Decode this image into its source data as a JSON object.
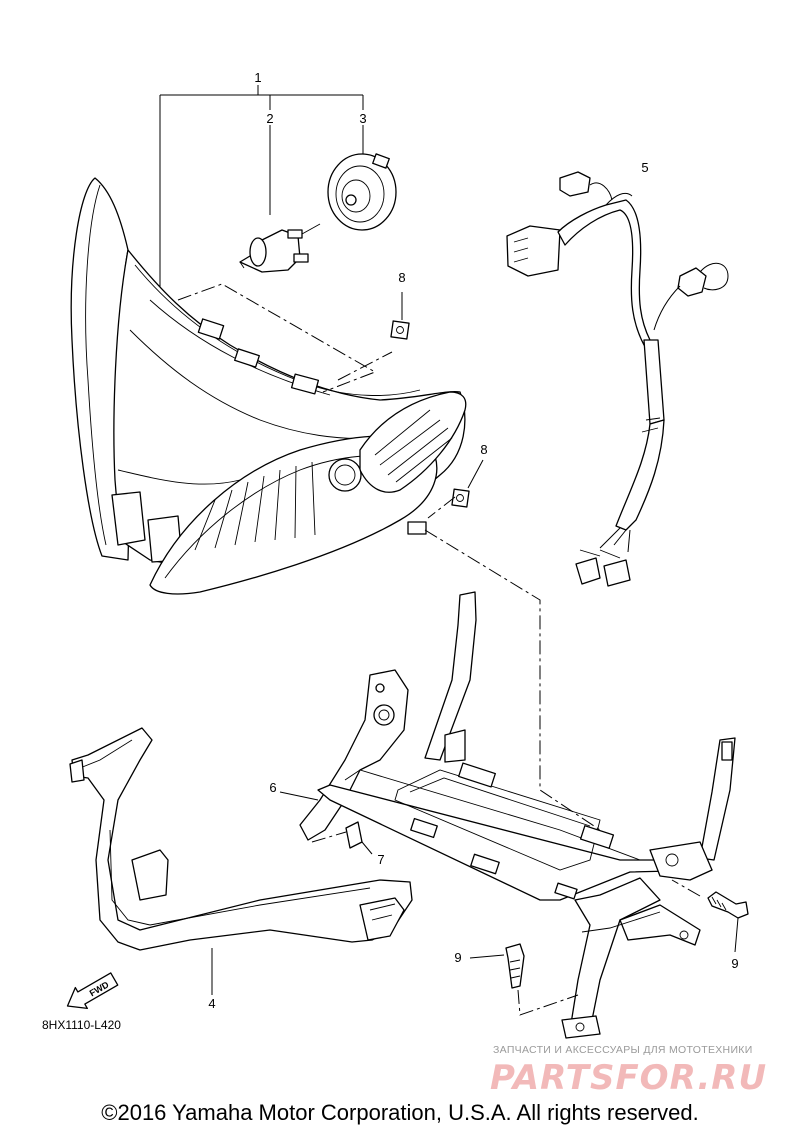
{
  "callouts": {
    "c1": "1",
    "c2": "2",
    "c3": "3",
    "c4": "4",
    "c5": "5",
    "c6": "6",
    "c7": "7",
    "c8a": "8",
    "c8b": "8",
    "c9a": "9",
    "c9b": "9"
  },
  "fwd_label": "FWD",
  "diagram_code": "8HX1110-L420",
  "watermark": {
    "tagline": "ЗАПЧАСТИ И АКСЕССУАРЫ ДЛЯ МОТОТЕХНИКИ",
    "logo": "PARTSFOR.RU"
  },
  "copyright": "©2016 Yamaha Motor Corporation, U.S.A. All rights reserved.",
  "colors": {
    "line": "#000000",
    "watermark_logo": "#f2b9b9",
    "watermark_text": "#9a9a9a"
  }
}
